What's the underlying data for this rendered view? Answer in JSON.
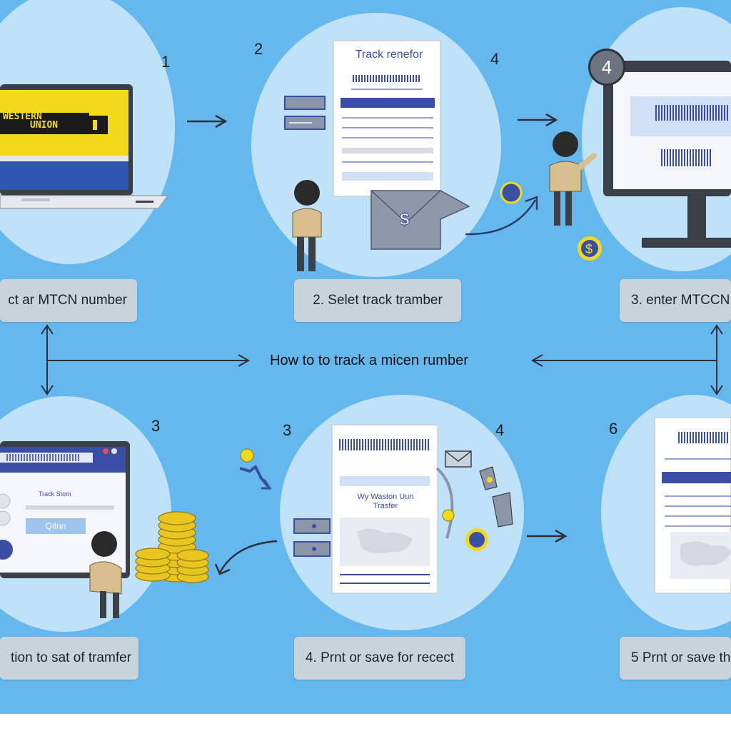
{
  "title": "How to to track a micen  rumber",
  "steps": {
    "n1": "1",
    "n2": "2",
    "n3": "4",
    "n4": "4",
    "n5": "3",
    "n6": "3",
    "n7": "4",
    "n8": "6"
  },
  "labels": {
    "l1": "ct ar MTCN number",
    "l2": "2. Selet track tramber",
    "l3": "3. enter MTCCN",
    "l4": "tion to sat of tramfer",
    "l5": "4. Prnt or save for recect",
    "l6": "5 Prnt or save th"
  },
  "laptop": {
    "brand_line1": "WESTERN",
    "brand_line2": "UNION"
  },
  "doc1": {
    "heading": "Track renefor"
  },
  "bubble4": {
    "text": "4"
  },
  "screen2": {
    "heading": "Track Stom",
    "button": "Qifnn"
  },
  "doc2": {
    "heading_line1": "Wy Waston Uun",
    "heading_line2": "Trasfer"
  },
  "colors": {
    "background": "#64b8ee",
    "circle": "#bfe2f8",
    "label_box": "#c9d3dc",
    "brand_yellow": "#f4d91b",
    "accent_blue": "#3a4fa3"
  }
}
